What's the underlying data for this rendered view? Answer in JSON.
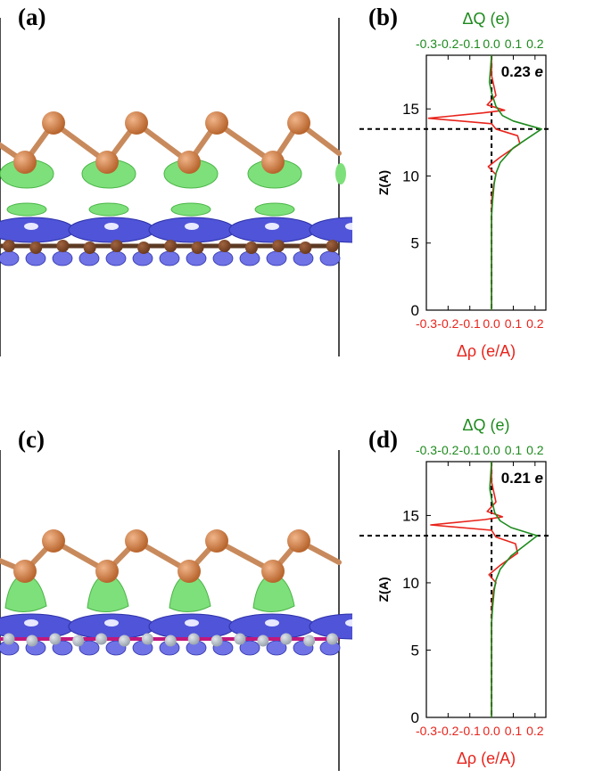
{
  "panels": {
    "a": {
      "label": "(a)"
    },
    "b": {
      "label": "(b)"
    },
    "c": {
      "label": "(c)"
    },
    "d": {
      "label": "(d)"
    }
  },
  "colors": {
    "top_atom": "#b8652d",
    "top_bond": "#c88a5c",
    "bottom_atom_a": "#6b3a1f",
    "bottom_bond_a": "#5c3a24",
    "bottom_atom_c": "#9aa4ae",
    "bottom_bond_c": "#c2187b",
    "green_lobe": "#7ee07a",
    "blue_lobe": "#4f54d8",
    "drho": "#e8241c",
    "dq": "#1d8a1d"
  },
  "chart_data": [
    {
      "type": "line",
      "panel": "b",
      "annotation": "0.23",
      "annotation_unit": "e",
      "ylabel": "Z(A)",
      "xlabel_bottom": "Δρ (e/A)",
      "xlabel_top": "ΔQ (e)",
      "xlim": [
        -0.3,
        0.25
      ],
      "ylim": [
        0,
        19
      ],
      "xticks": [
        -0.3,
        -0.2,
        -0.1,
        0.0,
        0.1,
        0.2
      ],
      "xtick_labels": [
        "-0.3",
        "-0.2",
        "-0.1",
        "0.0",
        "0.1",
        "0.2"
      ],
      "yticks": [
        0,
        5,
        10,
        15
      ],
      "ytick_labels": [
        "0",
        "5",
        "10",
        "15"
      ],
      "interface_z": 13.5,
      "series": [
        {
          "key": "drho",
          "color": "#e8241c",
          "points": [
            [
              0,
              0
            ],
            [
              0,
              7
            ],
            [
              0.002,
              8.5
            ],
            [
              0.012,
              9.5
            ],
            [
              0.02,
              10.1
            ],
            [
              -0.015,
              10.7
            ],
            [
              0.04,
              11.4
            ],
            [
              0.13,
              12.4
            ],
            [
              0.12,
              13.0
            ],
            [
              0.02,
              13.5
            ],
            [
              0.0,
              13.9
            ],
            [
              -0.29,
              14.3
            ],
            [
              -0.04,
              14.7
            ],
            [
              0.06,
              14.9
            ],
            [
              -0.02,
              15.3
            ],
            [
              0.02,
              16.0
            ],
            [
              0,
              17.5
            ],
            [
              0,
              19
            ]
          ]
        },
        {
          "key": "dq",
          "color": "#1d8a1d",
          "points": [
            [
              0,
              0
            ],
            [
              0,
              7
            ],
            [
              0.005,
              8.2
            ],
            [
              0.012,
              9.4
            ],
            [
              0.02,
              10.2
            ],
            [
              0.04,
              11.0
            ],
            [
              0.1,
              12.1
            ],
            [
              0.23,
              13.5
            ],
            [
              0.1,
              14.1
            ],
            [
              0.05,
              14.5
            ],
            [
              0.02,
              15.2
            ],
            [
              0.0,
              16.2
            ],
            [
              -0.01,
              17.0
            ],
            [
              0,
              19
            ]
          ]
        }
      ]
    },
    {
      "type": "line",
      "panel": "d",
      "annotation": "0.21",
      "annotation_unit": "e",
      "ylabel": "Z(A)",
      "xlabel_bottom": "Δρ (e/A)",
      "xlabel_top": "ΔQ (e)",
      "xlim": [
        -0.3,
        0.25
      ],
      "ylim": [
        0,
        19
      ],
      "xticks": [
        -0.3,
        -0.2,
        -0.1,
        0.0,
        0.1,
        0.2
      ],
      "xtick_labels": [
        "-0.3",
        "-0.2",
        "-0.1",
        "0.0",
        "0.1",
        "0.2"
      ],
      "yticks": [
        0,
        5,
        10,
        15
      ],
      "ytick_labels": [
        "0",
        "5",
        "10",
        "15"
      ],
      "interface_z": 13.5,
      "series": [
        {
          "key": "drho",
          "color": "#e8241c",
          "points": [
            [
              0,
              0
            ],
            [
              0,
              7
            ],
            [
              0.003,
              8.5
            ],
            [
              0.01,
              9.5
            ],
            [
              0.02,
              10.0
            ],
            [
              -0.012,
              10.6
            ],
            [
              0.04,
              11.3
            ],
            [
              0.12,
              12.2
            ],
            [
              0.11,
              12.9
            ],
            [
              0.02,
              13.4
            ],
            [
              0.0,
              13.9
            ],
            [
              -0.28,
              14.3
            ],
            [
              -0.03,
              14.7
            ],
            [
              0.05,
              14.9
            ],
            [
              -0.02,
              15.3
            ],
            [
              0.02,
              16.0
            ],
            [
              0,
              17.5
            ],
            [
              0,
              19
            ]
          ]
        },
        {
          "key": "dq",
          "color": "#1d8a1d",
          "points": [
            [
              0,
              0
            ],
            [
              0,
              7
            ],
            [
              0.005,
              8.2
            ],
            [
              0.012,
              9.4
            ],
            [
              0.02,
              10.2
            ],
            [
              0.04,
              11.0
            ],
            [
              0.09,
              12.0
            ],
            [
              0.21,
              13.5
            ],
            [
              0.09,
              14.1
            ],
            [
              0.04,
              14.6
            ],
            [
              0.015,
              15.2
            ],
            [
              0.0,
              16.2
            ],
            [
              -0.008,
              17.0
            ],
            [
              0,
              19
            ]
          ]
        }
      ]
    }
  ]
}
